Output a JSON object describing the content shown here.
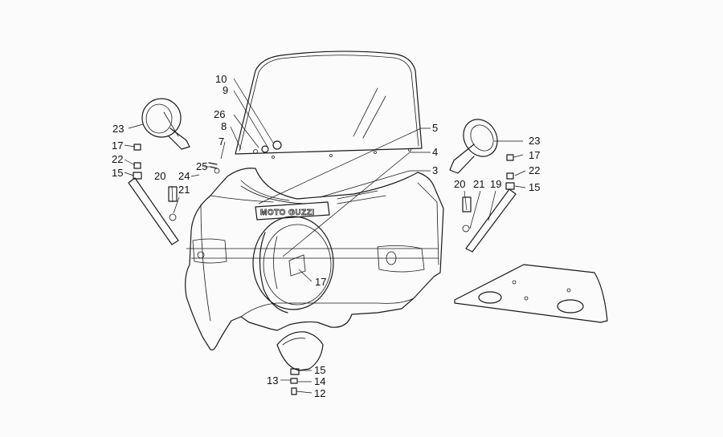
{
  "diagram": {
    "brand_lettering": "MOTO GUZZI",
    "callouts": [
      {
        "id": "c10a",
        "text": "10"
      },
      {
        "id": "c9a",
        "text": "9"
      },
      {
        "id": "c26a",
        "text": "26"
      },
      {
        "id": "c8a",
        "text": "8"
      },
      {
        "id": "c7a",
        "text": "7"
      },
      {
        "id": "c5a",
        "text": "5"
      },
      {
        "id": "c4a",
        "text": "4"
      },
      {
        "id": "c3a",
        "text": "3"
      },
      {
        "id": "c23a",
        "text": "23"
      },
      {
        "id": "c17a",
        "text": "17"
      },
      {
        "id": "c22a",
        "text": "22"
      },
      {
        "id": "c25a",
        "text": "25"
      },
      {
        "id": "c15a",
        "text": "15"
      },
      {
        "id": "c24a",
        "text": "24"
      },
      {
        "id": "c20a",
        "text": "20"
      },
      {
        "id": "c21a",
        "text": "21"
      },
      {
        "id": "c23b",
        "text": "23"
      },
      {
        "id": "c17b",
        "text": "17"
      },
      {
        "id": "c22b",
        "text": "22"
      },
      {
        "id": "c20b",
        "text": "20"
      },
      {
        "id": "c21b",
        "text": "21"
      },
      {
        "id": "c19b",
        "text": "19"
      },
      {
        "id": "c15b",
        "text": "15"
      },
      {
        "id": "c17c",
        "text": "17"
      },
      {
        "id": "c15c",
        "text": "15"
      },
      {
        "id": "c13c",
        "text": "13"
      },
      {
        "id": "c14c",
        "text": "14"
      },
      {
        "id": "c12c",
        "text": "12"
      }
    ]
  }
}
